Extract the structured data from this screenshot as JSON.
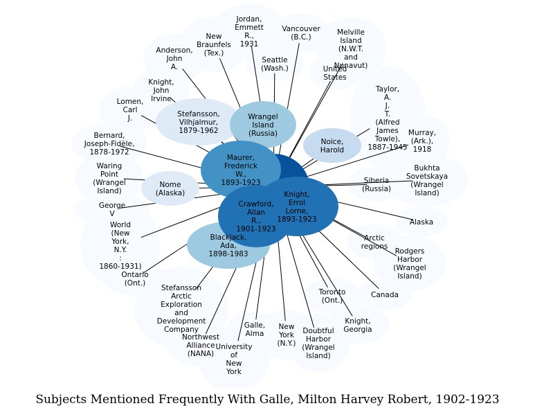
{
  "title": "Subjects Mentioned Frequently With Galle, Milton Harvey Robert, 1902-1923",
  "colors": {
    "outer_node": "#f7fbff",
    "light_node": "#deebf7",
    "pale_node": "#c6dbef",
    "mid_node": "#9ecae1",
    "strong_node": "#4292c6",
    "darker_node": "#2171b5",
    "darkest_node": "#08519c",
    "edge": "#000000"
  },
  "nodes": [
    {
      "id": "jordan",
      "label": [
        "Jordan,",
        "Emmett",
        "R.,",
        "1931"
      ]
    },
    {
      "id": "vancouver",
      "label": [
        "Vancouver",
        "(B.C.)"
      ]
    },
    {
      "id": "melville",
      "label": [
        "Melville",
        "Island",
        "(N.W.T.",
        "and",
        "Nunavut)"
      ]
    },
    {
      "id": "new-braunfels",
      "label": [
        "New",
        "Braunfels",
        "(Tex.)"
      ]
    },
    {
      "id": "anderson",
      "label": [
        "Anderson,",
        "John",
        "A."
      ]
    },
    {
      "id": "seattle",
      "label": [
        "Seattle",
        "(Wash.)"
      ]
    },
    {
      "id": "united-states",
      "label": [
        "United",
        "States"
      ]
    },
    {
      "id": "knight-john",
      "label": [
        "Knight,",
        "John",
        "Irvine"
      ]
    },
    {
      "id": "taylor",
      "label": [
        "Taylor,",
        "A.",
        "J.",
        "T.",
        "(Alfred",
        "James",
        "Towle),",
        "1887-1945"
      ]
    },
    {
      "id": "lomen",
      "label": [
        "Lomen,",
        "Carl",
        "J."
      ]
    },
    {
      "id": "stefansson-v",
      "label": [
        "Stefansson,",
        "Vilhjalmur,",
        "1879-1962"
      ]
    },
    {
      "id": "wrangel",
      "label": [
        "Wrangel",
        "Island",
        "(Russia)"
      ]
    },
    {
      "id": "noice",
      "label": [
        "Noice,",
        "Harold"
      ]
    },
    {
      "id": "bernard",
      "label": [
        "Bernard,",
        "Joseph-Fidèle,",
        "1878-1972"
      ]
    },
    {
      "id": "murray",
      "label": [
        "Murray,",
        "(Ark.),",
        "1918"
      ]
    },
    {
      "id": "maurer",
      "label": [
        "Maurer,",
        "Frederick",
        "W.,",
        "1893-1923"
      ]
    },
    {
      "id": "bukhta",
      "label": [
        "Bukhta",
        "Sovetskaya",
        "(Wrangel",
        "Island)"
      ]
    },
    {
      "id": "waring",
      "label": [
        "Waring",
        "Point",
        "(Wrangel",
        "Island)"
      ]
    },
    {
      "id": "nome",
      "label": [
        "Nome",
        "(Alaska)"
      ]
    },
    {
      "id": "siberia",
      "label": [
        "Siberia",
        "(Russia)"
      ]
    },
    {
      "id": "knight-errol",
      "label": [
        "Knight,",
        "Errol",
        "Lorne,",
        "1893-1923"
      ]
    },
    {
      "id": "george",
      "label": [
        "George",
        "V"
      ]
    },
    {
      "id": "crawford",
      "label": [
        "Crawford,",
        "Allan",
        "R.,",
        "1901-1923"
      ]
    },
    {
      "id": "alaska",
      "label": [
        "Alaska"
      ]
    },
    {
      "id": "world",
      "label": [
        "World",
        "(New",
        "York,",
        "N.Y.",
        ":",
        "1860-1931)"
      ]
    },
    {
      "id": "blackjack",
      "label": [
        "Blackjack,",
        "Ada,",
        "1898-1983"
      ]
    },
    {
      "id": "arctic",
      "label": [
        "Arctic",
        "regions"
      ]
    },
    {
      "id": "rodgers",
      "label": [
        "Rodgers",
        "Harbor",
        "(Wrangel",
        "Island)"
      ]
    },
    {
      "id": "ontario",
      "label": [
        "Ontario",
        "(Ont.)"
      ]
    },
    {
      "id": "seac",
      "label": [
        "Stefansson",
        "Arctic",
        "Exploration",
        "and",
        "Development",
        "Company"
      ]
    },
    {
      "id": "toronto",
      "label": [
        "Toronto",
        "(Ont.)"
      ]
    },
    {
      "id": "canada",
      "label": [
        "Canada"
      ]
    },
    {
      "id": "knight-georgia",
      "label": [
        "Knight,",
        "Georgia"
      ]
    },
    {
      "id": "galle-alma",
      "label": [
        "Galle,",
        "Alma"
      ]
    },
    {
      "id": "new-york",
      "label": [
        "New",
        "York",
        "(N.Y.)"
      ]
    },
    {
      "id": "doubtful",
      "label": [
        "Doubtful",
        "Harbor",
        "(Wrangel",
        "Island)"
      ]
    },
    {
      "id": "nana",
      "label": [
        "Northwest",
        "Alliance",
        "(NANA)"
      ]
    },
    {
      "id": "university",
      "label": [
        "University",
        "of",
        "New",
        "York"
      ]
    }
  ]
}
